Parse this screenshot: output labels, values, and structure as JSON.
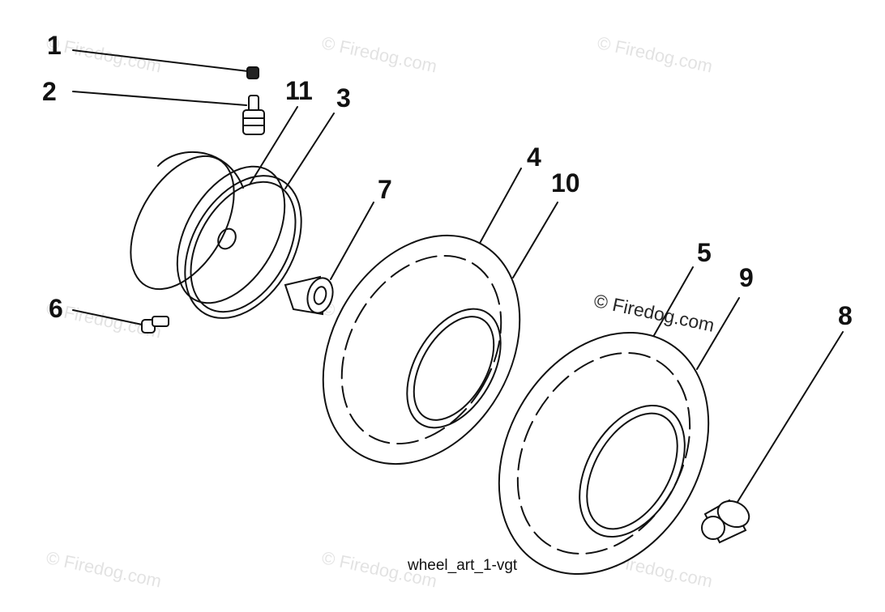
{
  "diagram": {
    "caption": "wheel_art_1-vgt",
    "callouts": [
      "1",
      "2",
      "11",
      "3",
      "7",
      "4",
      "10",
      "5",
      "9",
      "8",
      "6"
    ],
    "watermark": "© Firedog.com"
  }
}
